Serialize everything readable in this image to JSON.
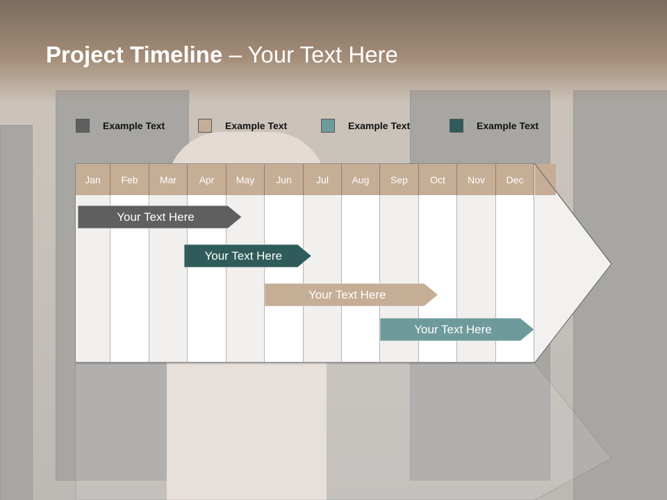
{
  "slide": {
    "title_bold": "Project Timeline",
    "title_rest": " – Your Text Here"
  },
  "legend": [
    {
      "label": "Example Text",
      "color": "#5f5f5f"
    },
    {
      "label": "Example Text",
      "color": "#c5ad96"
    },
    {
      "label": "Example Text",
      "color": "#6e9a9b"
    },
    {
      "label": "Example Text",
      "color": "#2f5c5a"
    }
  ],
  "timeline": {
    "months": [
      "Jan",
      "Feb",
      "Mar",
      "Apr",
      "May",
      "Jun",
      "Jul",
      "Aug",
      "Sep",
      "Oct",
      "Nov",
      "Dec"
    ],
    "tasks": [
      {
        "label": "Your  Text Here",
        "color": "#5f5f5f",
        "start_month": 1,
        "end_month": 4.4
      },
      {
        "label": "Your  Text Here",
        "color": "#2f5c5a",
        "start_month": 3.9,
        "end_month": 6.2
      },
      {
        "label": "Your  Text Here",
        "color": "#c5ad96",
        "start_month": 6.0,
        "end_month": 9.5
      },
      {
        "label": "Your  Text Here",
        "color": "#6e9a9b",
        "start_month": 9.0,
        "end_month": 12.0
      }
    ]
  }
}
